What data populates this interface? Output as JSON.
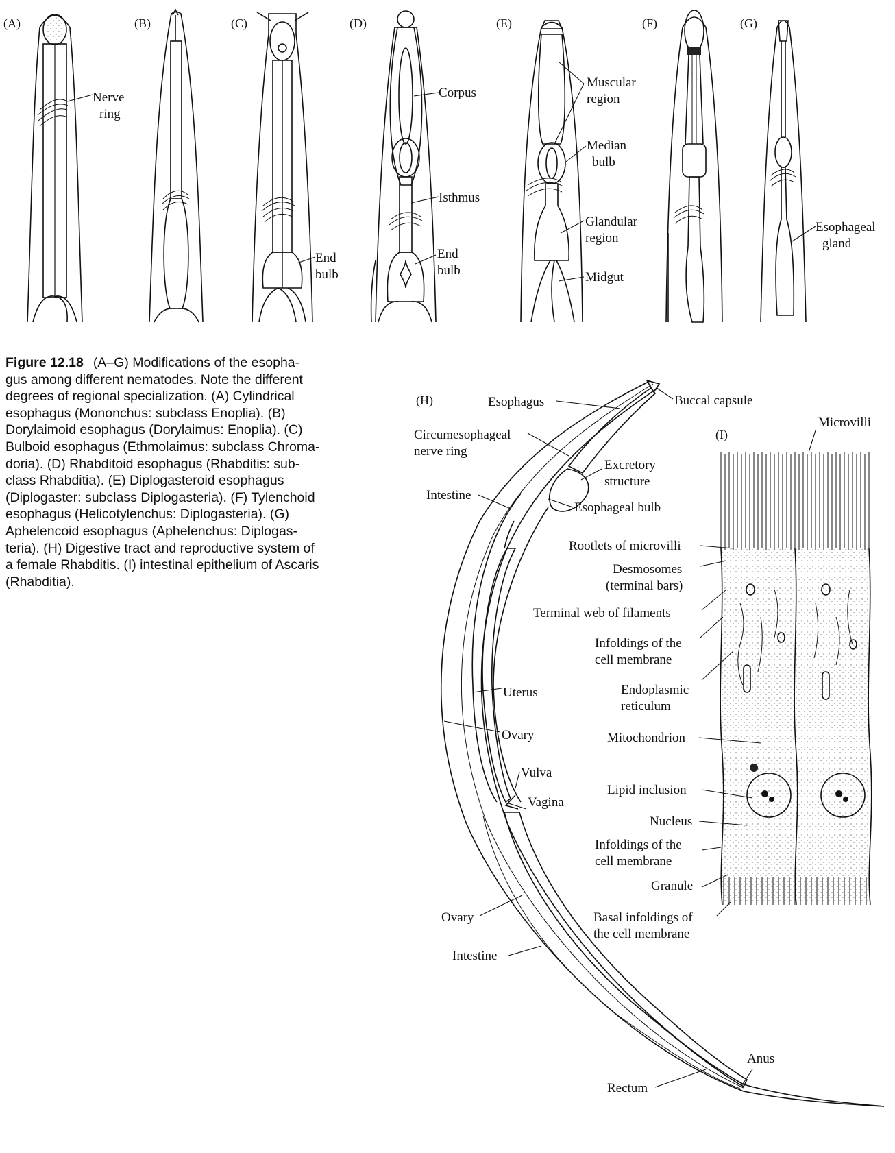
{
  "top_panels": [
    {
      "letter": "(A)",
      "labels": [
        "Nerve",
        "ring"
      ]
    },
    {
      "letter": "(B)",
      "labels": []
    },
    {
      "letter": "(C)",
      "labels": [
        "End",
        "bulb"
      ]
    },
    {
      "letter": "(D)",
      "labels": [
        "Corpus",
        "Isthmus",
        "End",
        "bulb"
      ]
    },
    {
      "letter": "(E)",
      "labels": [
        "Muscular",
        "region",
        "Median",
        "bulb",
        "Glandular",
        "region",
        "Midgut"
      ]
    },
    {
      "letter": "(F)",
      "labels": []
    },
    {
      "letter": "(G)",
      "labels": [
        "Esophageal",
        "gland"
      ]
    }
  ],
  "caption": {
    "figure_label": "Figure 12.18",
    "lines": [
      "(A–G) Modifications of the esopha-",
      "gus among different nematodes. Note the different",
      "degrees of regional specialization. (A) Cylindrical",
      "esophagus (Mononchus: subclass Enoplia). (B)",
      "Dorylaimoid esophagus (Dorylaimus: Enoplia). (C)",
      "Bulboid esophagus (Ethmolaimus: subclass Chroma-",
      "doria). (D) Rhabditoid esophagus (Rhabditis: sub-",
      "class Rhabditia). (E) Diplogasteroid esophagus",
      "(Diplogaster: subclass Diplogasteria). (F) Tylenchoid",
      "esophagus (Helicotylenchus: Diplogasteria). (G)",
      "Aphelencoid esophagus (Aphelenchus: Diplogas-",
      "teria). (H) Digestive tract and reproductive system of",
      "a female Rhabditis. (I) intestinal epithelium of Ascaris",
      "(Rhabditia)."
    ]
  },
  "panel_h": {
    "letter": "(H)",
    "labels": {
      "esophagus": "Esophagus",
      "buccal_capsule": "Buccal capsule",
      "circum_1": "Circumesophageal",
      "circum_2": "nerve ring",
      "excretory_1": "Excretory",
      "excretory_2": "structure",
      "intestine_top": "Intestine",
      "esophageal_bulb": "Esophageal bulb",
      "uterus": "Uterus",
      "ovary_top": "Ovary",
      "vulva": "Vulva",
      "vagina": "Vagina",
      "ovary_bottom": "Ovary",
      "intestine_bottom": "Intestine",
      "anus": "Anus",
      "rectum": "Rectum"
    }
  },
  "panel_i": {
    "letter": "(I)",
    "labels": {
      "microvilli": "Microvilli",
      "rootlets": "Rootlets of microvilli",
      "desmosomes_1": "Desmosomes",
      "desmosomes_2": "(terminal bars)",
      "terminal_web": "Terminal web of filaments",
      "infold_1a": "Infoldings of the",
      "infold_1b": "cell membrane",
      "er_1": "Endoplasmic",
      "er_2": "reticulum",
      "mitochondrion": "Mitochondrion",
      "lipid": "Lipid inclusion",
      "nucleus": "Nucleus",
      "infold_2a": "Infoldings of the",
      "infold_2b": "cell membrane",
      "granule": "Granule",
      "basal_1": "Basal infoldings of",
      "basal_2": "the cell membrane"
    }
  }
}
